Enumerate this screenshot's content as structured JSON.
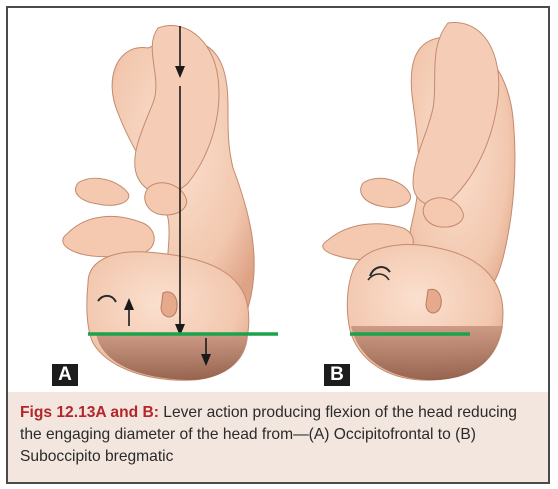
{
  "figure": {
    "panel_a_label": "A",
    "panel_b_label": "B",
    "engaging_line_color": "#1aa34a",
    "skin_color": "#f2c7ae",
    "hair_color": "#a36b55"
  },
  "caption": {
    "lead": "Figs 12.13A and B:",
    "text": " Lever action producing flexion of the head reducing the engaging diameter of the head from—(A) Occipitofrontal to (B) Suboccipito bregmatic"
  }
}
